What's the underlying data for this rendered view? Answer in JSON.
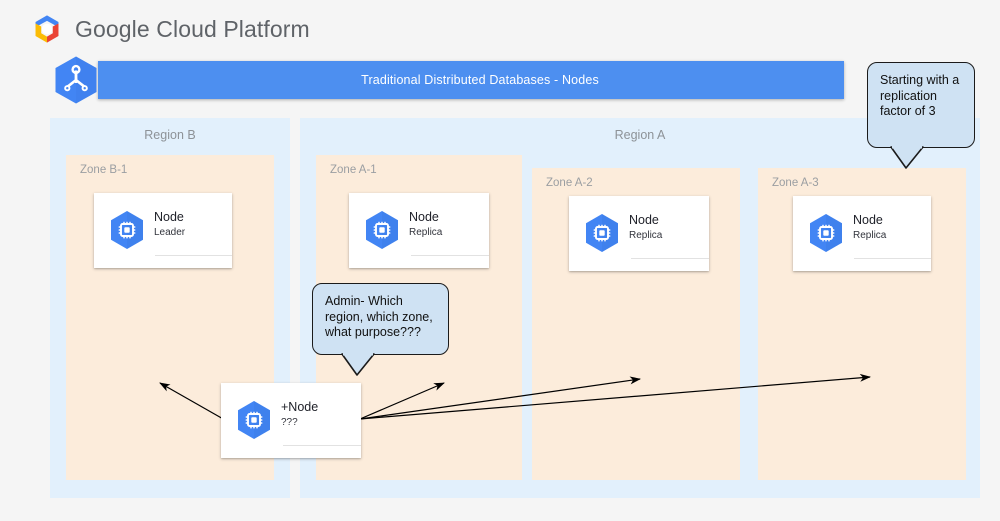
{
  "brand": {
    "name_part1": "Google",
    "name_part2": "Cloud Platform",
    "logo_icon": "google-cloud-hexagon-logo"
  },
  "titlebar": {
    "icon": "node-cluster-hexagon-icon",
    "label": "Traditional Distributed Databases - Nodes"
  },
  "regions": [
    {
      "id": "region-b",
      "label": "Region B",
      "zones": [
        {
          "id": "zone-b1",
          "label": "Zone B-1",
          "node": {
            "icon": "cpu-chip-hexagon-icon",
            "name": "Node",
            "role": "Leader"
          }
        }
      ]
    },
    {
      "id": "region-a",
      "label": "Region A",
      "zones": [
        {
          "id": "zone-a1",
          "label": "Zone A-1",
          "node": {
            "icon": "cpu-chip-hexagon-icon",
            "name": "Node",
            "role": "Replica"
          }
        },
        {
          "id": "zone-a2",
          "label": "Zone A-2",
          "node": {
            "icon": "cpu-chip-hexagon-icon",
            "name": "Node",
            "role": "Replica"
          }
        },
        {
          "id": "zone-a3",
          "label": "Zone A-3",
          "node": {
            "icon": "cpu-chip-hexagon-icon",
            "name": "Node",
            "role": "Replica"
          }
        }
      ]
    }
  ],
  "new_node": {
    "icon": "cpu-chip-hexagon-icon",
    "name": "+Node",
    "role": "???"
  },
  "callouts": {
    "replication": {
      "line1": "Starting with a",
      "line2": "replication",
      "line3": "factor of 3"
    },
    "admin": {
      "line1": "Admin- Which",
      "line2": "region, which zone,",
      "line3": "what purpose???"
    }
  },
  "colors": {
    "brand_blue": "#4285f4",
    "titlebar_blue": "#4d8ff0",
    "region_panel": "#e2f0fc",
    "zone_panel": "#fcecdb",
    "node_hex_blue": "#4285f4",
    "callout_fill": "#cfe2f3",
    "callout_border": "#1b1b1b",
    "canvas_bg": "#f5f5f5",
    "arrow_stroke": "#000000"
  }
}
